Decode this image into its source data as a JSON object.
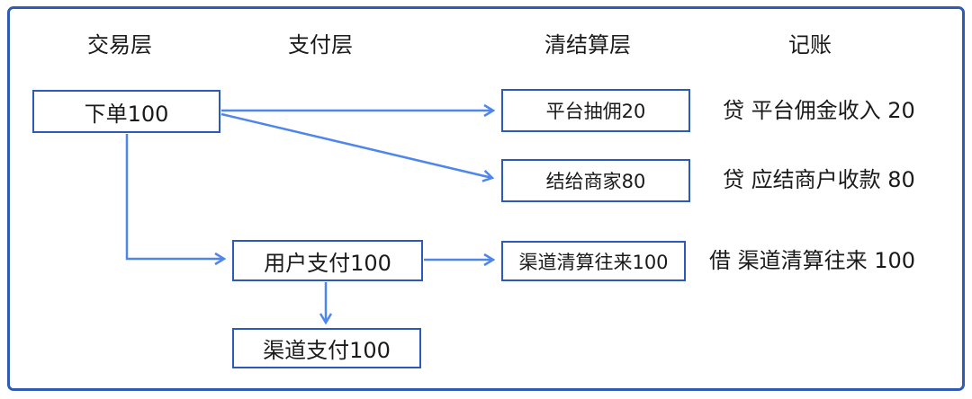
{
  "colors": {
    "frame_border": "#2f5bb5",
    "box_border": "#2c5ab8",
    "arrow": "#4e86ec",
    "text": "#1a1a1a",
    "background": "#ffffff"
  },
  "headers": [
    {
      "id": "transaction-layer",
      "label": "交易层"
    },
    {
      "id": "payment-layer",
      "label": "支付层"
    },
    {
      "id": "clearing-settlement-layer",
      "label": "清结算层"
    },
    {
      "id": "bookkeeping",
      "label": "记账"
    }
  ],
  "nodes": [
    {
      "id": "order",
      "label": "下单100",
      "column": "交易层"
    },
    {
      "id": "platform-commission",
      "label": "平台抽佣20",
      "column": "清结算层"
    },
    {
      "id": "settle-merchant",
      "label": "结给商家80",
      "column": "清结算层"
    },
    {
      "id": "user-payment",
      "label": "用户支付100",
      "column": "支付层"
    },
    {
      "id": "channel-clearing",
      "label": "渠道清算往来100",
      "column": "清结算层"
    },
    {
      "id": "channel-payment",
      "label": "渠道支付100",
      "column": "支付层"
    }
  ],
  "edges": [
    {
      "from": "下单100",
      "to": "平台抽佣20"
    },
    {
      "from": "下单100",
      "to": "结给商家80"
    },
    {
      "from": "下单100",
      "to": "用户支付100"
    },
    {
      "from": "用户支付100",
      "to": "渠道清算往来100"
    },
    {
      "from": "用户支付100",
      "to": "渠道支付100"
    }
  ],
  "ledger": [
    {
      "text": "贷 平台佣金收入 20"
    },
    {
      "text": "贷 应结商户收款 80"
    },
    {
      "text": "借 渠道清算往来 100"
    }
  ]
}
